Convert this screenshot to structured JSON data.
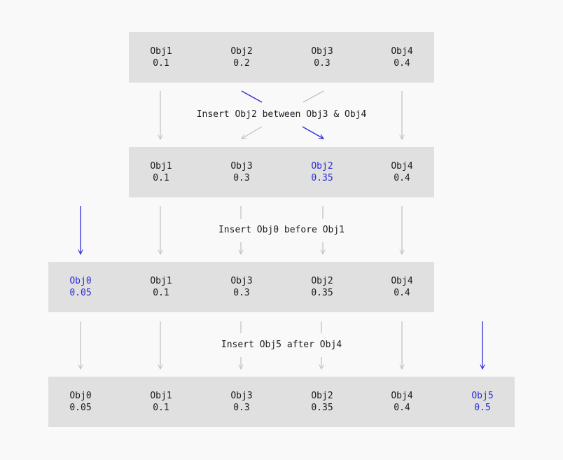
{
  "colors": {
    "background": "#f9f9f9",
    "row": "#e0e0e0",
    "highlight": "#2b2bd9",
    "arrow": "#c2c2c2",
    "text": "#1b1b1b"
  },
  "steps": [
    {
      "cells": [
        {
          "name": "Obj1",
          "value": "0.1"
        },
        {
          "name": "Obj2",
          "value": "0.2"
        },
        {
          "name": "Obj3",
          "value": "0.3"
        },
        {
          "name": "Obj4",
          "value": "0.4"
        }
      ]
    },
    {
      "label": "Insert Obj2 between Obj3 & Obj4",
      "cells": [
        {
          "name": "Obj1",
          "value": "0.1"
        },
        {
          "name": "Obj3",
          "value": "0.3"
        },
        {
          "name": "Obj2",
          "value": "0.35",
          "highlight": true
        },
        {
          "name": "Obj4",
          "value": "0.4"
        }
      ]
    },
    {
      "label": "Insert Obj0 before Obj1",
      "cells": [
        {
          "name": "Obj0",
          "value": "0.05",
          "highlight": true
        },
        {
          "name": "Obj1",
          "value": "0.1"
        },
        {
          "name": "Obj3",
          "value": "0.3"
        },
        {
          "name": "Obj2",
          "value": "0.35"
        },
        {
          "name": "Obj4",
          "value": "0.4"
        }
      ]
    },
    {
      "label": "Insert Obj5 after Obj4",
      "cells": [
        {
          "name": "Obj0",
          "value": "0.05"
        },
        {
          "name": "Obj1",
          "value": "0.1"
        },
        {
          "name": "Obj3",
          "value": "0.3"
        },
        {
          "name": "Obj2",
          "value": "0.35"
        },
        {
          "name": "Obj4",
          "value": "0.4"
        },
        {
          "name": "Obj5",
          "value": "0.5",
          "highlight": true
        }
      ]
    }
  ]
}
